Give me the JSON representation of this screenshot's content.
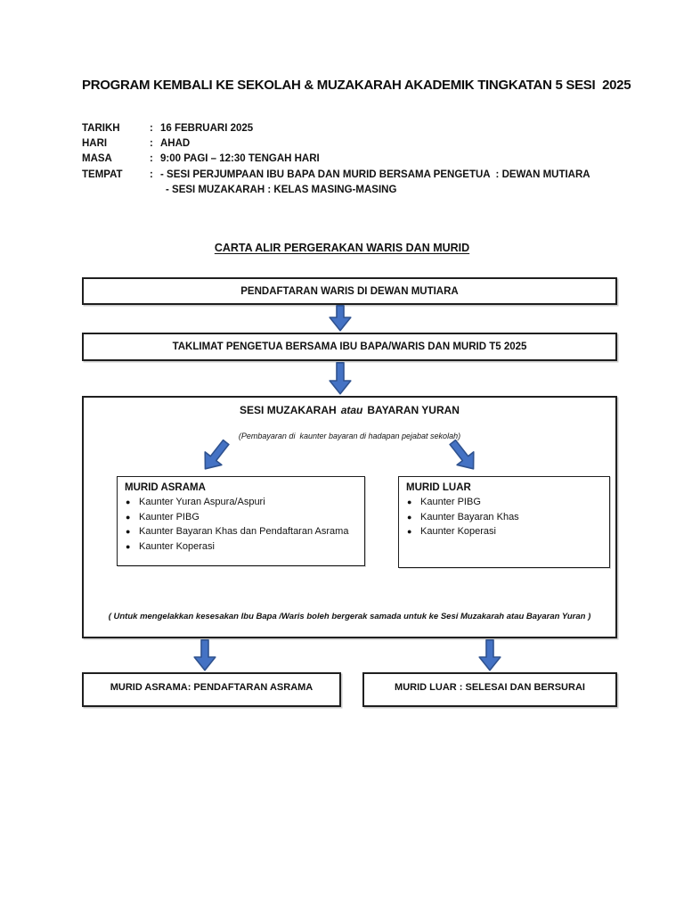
{
  "title": "PROGRAM KEMBALI KE SEKOLAH & MUZAKARAH AKADEMIK TINGKATAN 5 SESI  2025",
  "details": {
    "rows": [
      {
        "label": "TARIKH",
        "colon": ":",
        "value": "16 FEBRUARI 2025"
      },
      {
        "label": "HARI",
        "colon": ":",
        "value": "AHAD"
      },
      {
        "label": "MASA",
        "colon": ":",
        "value": "9:00 PAGI – 12:30 TENGAH HARI"
      },
      {
        "label": "TEMPAT",
        "colon": ":",
        "value": "- SESI PERJUMPAAN IBU BAPA DAN MURID BERSAMA PENGETUA  : DEWAN MUTIARA"
      },
      {
        "label": "",
        "colon": "",
        "value": "- SESI MUZAKARAH : KELAS MASING-MASING"
      }
    ]
  },
  "flowchart": {
    "heading": "CARTA ALIR PERGERAKAN WARIS DAN MURID",
    "box_pendaftaran": "PENDAFTARAN WARIS DI DEWAN MUTIARA",
    "box_taklimat": "TAKLIMAT PENGETUA BERSAMA IBU BAPA/WARIS DAN MURID T5 2025",
    "session": {
      "title_1": "SESI MUZAKARAH",
      "title_2": "atau",
      "title_3": "BAYARAN YURAN",
      "subtitle": "(Pembayaran di  kaunter bayaran di hadapan pejabat sekolah)",
      "murid_asrama": {
        "title": "MURID ASRAMA",
        "items": [
          "Kaunter Yuran Aspura/Aspuri",
          "Kaunter PIBG",
          "Kaunter Bayaran Khas dan Pendaftaran Asrama",
          "Kaunter Koperasi"
        ]
      },
      "murid_luar": {
        "title": "MURID LUAR",
        "items": [
          "Kaunter PIBG",
          "Kaunter Bayaran Khas",
          "Kaunter Koperasi"
        ]
      },
      "note": "( Untuk mengelakkan kesesakan Ibu Bapa /Waris boleh bergerak samada untuk ke Sesi Muzakarah atau Bayaran Yuran )"
    },
    "outcome_asrama": "MURID ASRAMA: PENDAFTARAN ASRAMA",
    "outcome_luar": "MURID LUAR : SELESAI DAN BERSURAI"
  },
  "icons": {
    "bullet": "●"
  },
  "colors": {
    "arrow_fill": "#4472C4",
    "arrow_stroke": "#2F528F",
    "box_border": "#1f1f1f"
  }
}
